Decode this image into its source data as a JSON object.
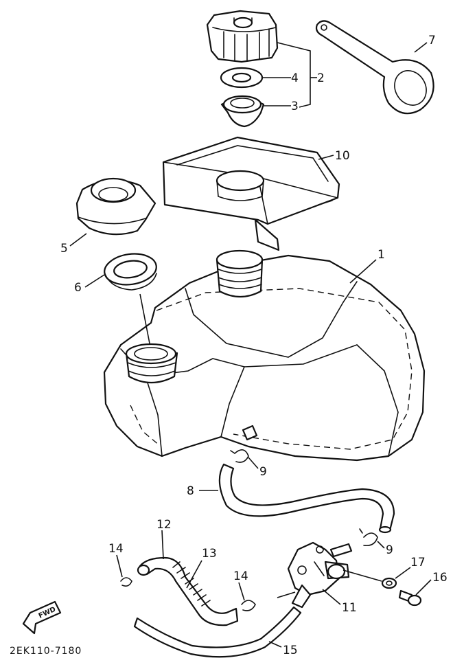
{
  "diagram": {
    "callouts": [
      "1",
      "2",
      "3",
      "4",
      "5",
      "6",
      "7",
      "8",
      "9",
      "9",
      "10",
      "11",
      "12",
      "13",
      "14",
      "14",
      "15",
      "16",
      "17"
    ],
    "fwd_label": "FWD",
    "drawing_code": "2EK110-7180"
  }
}
